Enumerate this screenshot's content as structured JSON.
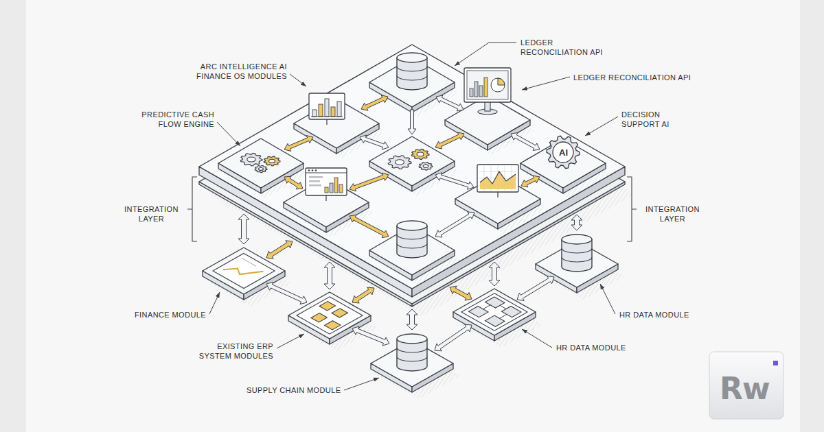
{
  "diagram": {
    "labels": [
      "LEDGER RECONCILIATION API",
      "ARC INTELLIGENCE AI FINANCE OS MODULES",
      "LEDGER RECONCILIATION API",
      "PREDICTIVE CASH FLOW ENGINE",
      "DECISION SUPPORT AI",
      "AI",
      "INTEGRATION LAYER",
      "INTEGRATION LAYER",
      "FINANCE MODULE",
      "HR DATA MODULE",
      "EXISTING ERP SYSTEM MODULES",
      "HR DATA MODULE",
      "SUPPLY CHAIN MODULE",
      "Rw"
    ]
  }
}
